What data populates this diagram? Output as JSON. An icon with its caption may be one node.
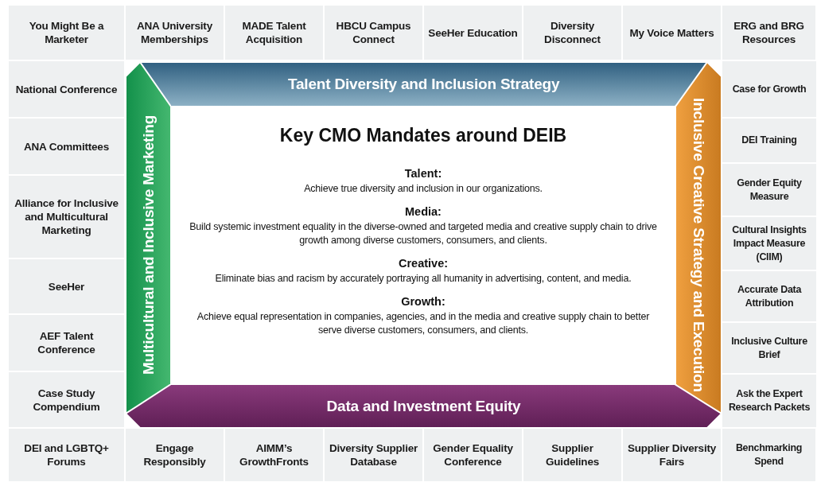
{
  "diagram": {
    "nodes": [
      {
        "text": [
          "You Might Be a Marketer"
        ]
      },
      {
        "text": [
          "ANA University Memberships"
        ]
      },
      {
        "text": [
          "MADE Talent Acquisition"
        ]
      },
      {
        "text": [
          "HBCU Campus Connect"
        ]
      },
      {
        "text": [
          "SeeHer Education"
        ]
      },
      {
        "text": [
          "Diversity Disconnect"
        ]
      },
      {
        "text": [
          "My Voice Matters"
        ]
      },
      {
        "text": [
          "ERG and BRG Resources"
        ]
      },
      {
        "text": [
          "National Conference"
        ]
      },
      {
        "text": [
          "ANA Committees"
        ]
      },
      {
        "text": [
          "Alliance for Inclusive and Multicultural Marketing"
        ]
      },
      {
        "text": [
          "SeeHer"
        ]
      },
      {
        "text": [
          "AEF Talent Conference"
        ]
      },
      {
        "text": [
          "Case Study Compendium"
        ]
      },
      {
        "text": [
          "Case for Growth"
        ]
      },
      {
        "text": [
          "DEI Training"
        ]
      },
      {
        "text": [
          "Gender Equity Measure"
        ]
      },
      {
        "text": [
          "Cultural Insights Impact Measure (CIIM)"
        ]
      },
      {
        "text": [
          "Accurate Data Attribution"
        ]
      },
      {
        "text": [
          "Inclusive Culture Brief"
        ]
      },
      {
        "text": [
          "Ask the Expert Research Packets"
        ]
      },
      {
        "text": [
          "DEI and LGBTQ+ Forums"
        ]
      },
      {
        "text": [
          "Engage Responsibly"
        ]
      },
      {
        "text": [
          "AIMM’s GrowthFronts"
        ]
      },
      {
        "text": [
          "Diversity Supplier Database"
        ]
      },
      {
        "text": [
          "Gender Equality Conference"
        ]
      },
      {
        "text": [
          "Supplier Guidelines"
        ]
      },
      {
        "text": [
          "Supplier Diversity Fairs"
        ]
      },
      {
        "text": [
          "Benchmarking Spend"
        ]
      },
      {
        "text": [
          "Talent Diversity and Inclusion Strategy"
        ]
      },
      {
        "text": [
          "Multicultural and Inclusive Marketing"
        ]
      },
      {
        "text": [
          "Inclusive Creative Strategy and Execution"
        ]
      },
      {
        "text": [
          "Data and Investment Equity"
        ]
      },
      {
        "text": [
          "Key CMO Mandates around DEIB",
          "Talent:",
          "Achieve true diversity and inclusion in our organizations.",
          "Media:",
          "Build systemic investment equality in the diverse-owned and targeted media and creative supply chain to drive growth among diverse customers, consumers, and clients.",
          "Creative:",
          "Eliminate bias and racism by accurately portraying all humanity in advertising, content, and media.",
          "Growth:",
          "Achieve equal representation in companies, agencies, and in the media and creative supply chain to better serve diverse customers, consumers, and clients."
        ]
      }
    ],
    "edges": []
  }
}
